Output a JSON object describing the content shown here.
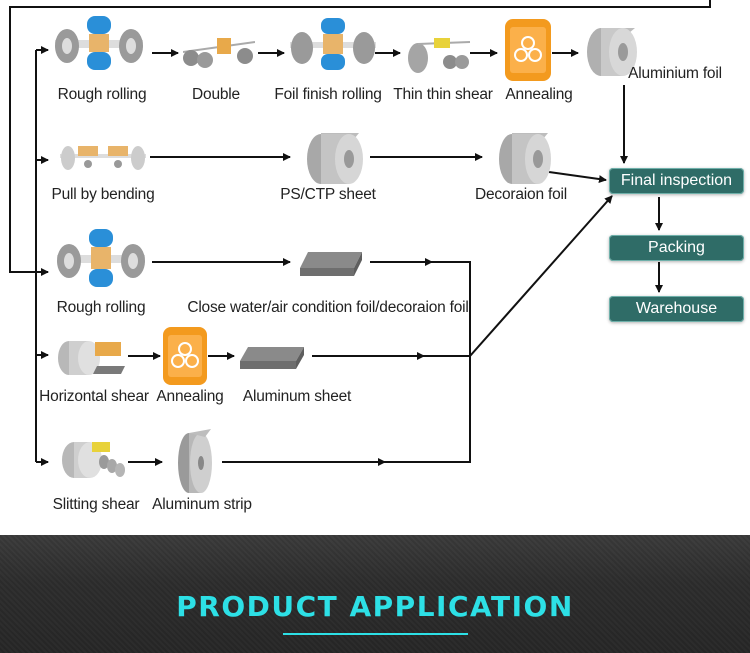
{
  "flow": {
    "row1": {
      "rough_rolling": "Rough rolling",
      "double": "Double",
      "foil_finish_rolling": "Foil finish rolling",
      "thin_thin_shear": "Thin thin shear",
      "annealing": "Annealing",
      "aluminium_foil": "Aluminium foil"
    },
    "row2": {
      "pull_by_bending": "Pull by bending",
      "ps_ctp_sheet": "PS/CTP sheet",
      "decoraion_foil": "Decoraion foil"
    },
    "row3": {
      "rough_rolling": "Rough rolling",
      "close_water_air": "Close water/air condition foil/decoraion foil"
    },
    "row4": {
      "horizontal_shear": "Horizontal shear",
      "annealing": "Annealing",
      "aluminum_sheet": "Aluminum sheet"
    },
    "row5": {
      "slitting_shear": "Slitting shear",
      "aluminum_strip": "Aluminum strip"
    },
    "final": {
      "final_inspection": "Final inspection",
      "packing": "Packing",
      "warehouse": "Warehouse"
    }
  },
  "footer": {
    "title": "PRODUCT APPLICATION"
  },
  "colors": {
    "box_fill": "#2f6c67",
    "footer_text": "#2de0e6",
    "line": "#111111",
    "roller_blue": "#2a8fd8",
    "annealing_orange": "#f39a1e"
  }
}
